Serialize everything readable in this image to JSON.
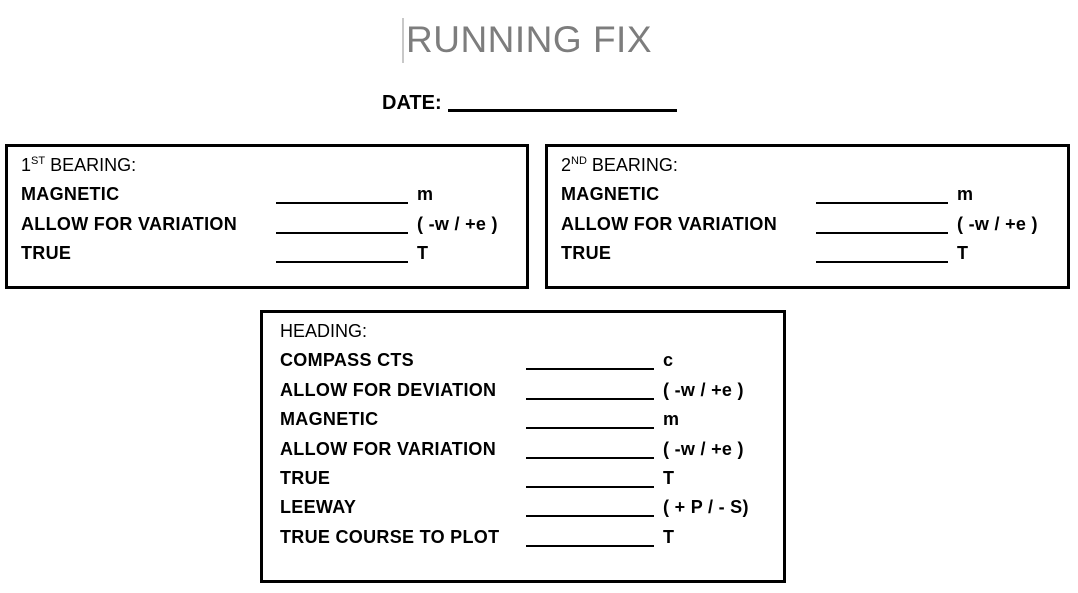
{
  "document": {
    "title": "RUNNING FIX",
    "date": {
      "label": "DATE:",
      "value": ""
    },
    "boxes": [
      {
        "name": "first-bearing",
        "heading": {
          "number": "1",
          "ordinal": "ST",
          "rest": " BEARING:"
        },
        "rows": [
          {
            "label": "MAGNETIC",
            "value": "",
            "suffix": "m"
          },
          {
            "label": "ALLOW FOR VARIATION",
            "value": "",
            "suffix": "( -w / +e )"
          },
          {
            "label": "TRUE",
            "value": "",
            "suffix": "T"
          }
        ]
      },
      {
        "name": "second-bearing",
        "heading": {
          "number": "2",
          "ordinal": "ND",
          "rest": " BEARING:"
        },
        "rows": [
          {
            "label": "MAGNETIC",
            "value": "",
            "suffix": "m"
          },
          {
            "label": "ALLOW FOR VARIATION",
            "value": "",
            "suffix": "( -w / +e )"
          },
          {
            "label": "TRUE",
            "value": "",
            "suffix": "T"
          }
        ]
      },
      {
        "name": "heading",
        "heading": {
          "number": "",
          "ordinal": "",
          "rest": "HEADING:"
        },
        "rows": [
          {
            "label": "COMPASS CTS",
            "value": "",
            "suffix": "c"
          },
          {
            "label": "ALLOW FOR DEVIATION",
            "value": "",
            "suffix": "( -w / +e )"
          },
          {
            "label": "MAGNETIC",
            "value": "",
            "suffix": "m"
          },
          {
            "label": "ALLOW FOR VARIATION",
            "value": "",
            "suffix": "( -w / +e )"
          },
          {
            "label": "TRUE",
            "value": "",
            "suffix": "T"
          },
          {
            "label": "LEEWAY",
            "value": "",
            "suffix": "( + P / - S)"
          },
          {
            "label": "TRUE COURSE TO PLOT",
            "value": "",
            "suffix": "T"
          }
        ]
      }
    ],
    "colors": {
      "title_text": "#7d7d7d",
      "body_text": "#000000",
      "border": "#000000",
      "cursor": "#c8c8c8",
      "background": "#ffffff"
    }
  }
}
